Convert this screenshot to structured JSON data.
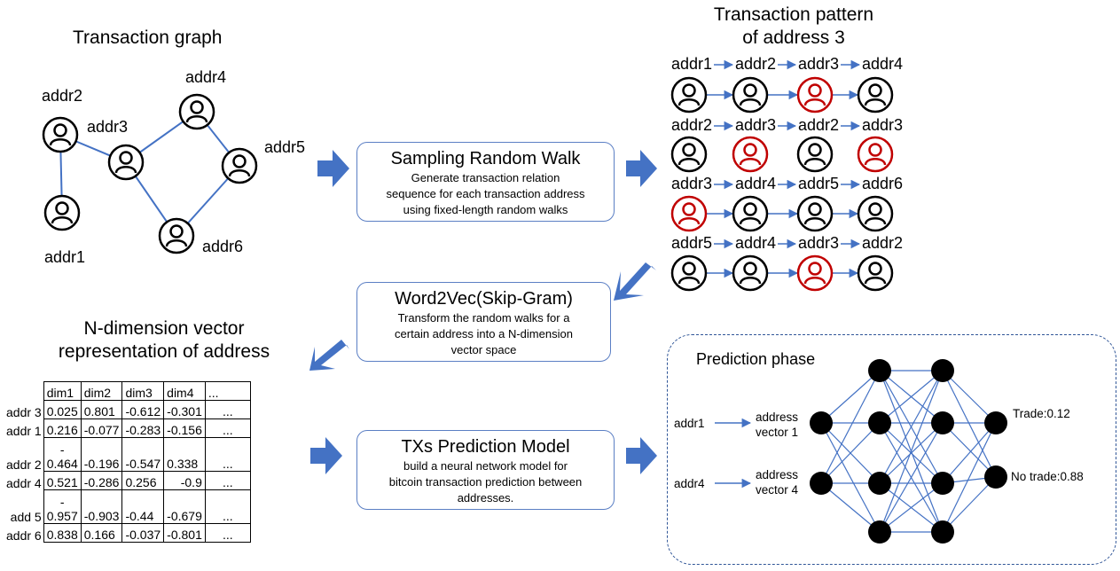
{
  "graph": {
    "title": "Transaction graph",
    "nodes": [
      "addr1",
      "addr2",
      "addr3",
      "addr4",
      "addr5",
      "addr6"
    ]
  },
  "steps": [
    {
      "title": "Sampling Random Walk",
      "desc": [
        "Generate transaction relation",
        "sequence for each transaction address",
        "using fixed-length random walks"
      ]
    },
    {
      "title": "Word2Vec(Skip-Gram)",
      "desc": [
        "Transform the random walks for a",
        "certain address into a N-dimension",
        "vector space"
      ]
    },
    {
      "title": "TXs Prediction Model",
      "desc": [
        "build a neural network model for",
        "bitcoin transaction prediction between",
        "addresses."
      ]
    }
  ],
  "pattern": {
    "title": [
      "Transaction pattern",
      "of address 3"
    ],
    "walks": [
      [
        "addr1",
        "addr2",
        "addr3",
        "addr4"
      ],
      [
        "addr2",
        "addr3",
        "addr2",
        "addr3"
      ],
      [
        "addr3",
        "addr4",
        "addr5",
        "addr6"
      ],
      [
        "addr5",
        "addr4",
        "addr3",
        "addr2"
      ]
    ],
    "highlight_color": "#c00000"
  },
  "vector": {
    "title": [
      "N-dimension vector",
      "representation of address"
    ],
    "headers": [
      "dim1",
      "dim2",
      "dim3",
      "dim4",
      "..."
    ],
    "rows": [
      {
        "label": "addr 3",
        "pre": "",
        "cells": [
          "0.025",
          "0.801",
          "-0.612",
          "-0.301",
          "..."
        ]
      },
      {
        "label": "addr 1",
        "pre": "",
        "cells": [
          "0.216",
          "-0.077",
          "-0.283",
          "-0.156",
          "..."
        ]
      },
      {
        "label": "addr 2",
        "pre": "-",
        "cells": [
          "0.464",
          "-0.196",
          "-0.547",
          "0.338",
          "..."
        ]
      },
      {
        "label": "addr 4",
        "pre": "",
        "cells": [
          "0.521",
          "-0.286",
          "0.256",
          "-0.9",
          "..."
        ]
      },
      {
        "label": "add 5",
        "pre": "-",
        "cells": [
          "0.957",
          "-0.903",
          "-0.44",
          "-0.679",
          "..."
        ]
      },
      {
        "label": "addr 6",
        "pre": "",
        "cells": [
          "0.838",
          "0.166",
          "-0.037",
          "-0.801",
          "..."
        ]
      }
    ]
  },
  "prediction": {
    "title": "Prediction phase",
    "inputs": [
      {
        "addr": "addr1",
        "vec": [
          "address",
          "vector 1"
        ]
      },
      {
        "addr": "addr4",
        "vec": [
          "address",
          "vector 4"
        ]
      }
    ],
    "outputs": [
      "Trade:0.12",
      "No trade:0.88"
    ]
  },
  "colors": {
    "accent": "#4472c4",
    "box_border": "#5b7fc4",
    "highlight": "#c00000",
    "dashed": "#2f5597"
  }
}
